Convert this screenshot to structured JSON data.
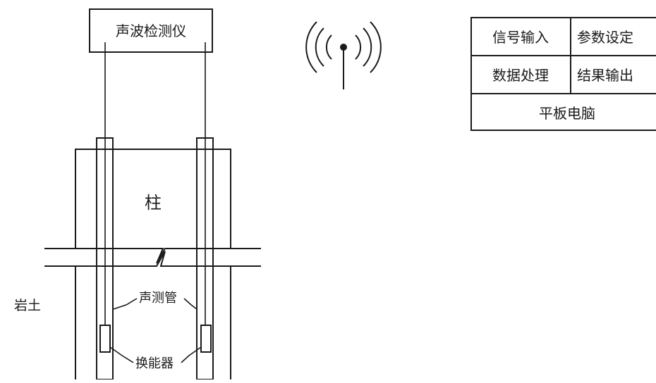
{
  "device": {
    "label": "声波检测仪"
  },
  "pillar": {
    "label": "柱"
  },
  "soil": {
    "label": "岩土"
  },
  "tube": {
    "label": "声测管"
  },
  "transducer": {
    "label": "换能器"
  },
  "tablet": {
    "cells": [
      "信号输入",
      "参数设定",
      "数据处理",
      "结果输出"
    ],
    "title": "平板电脑"
  },
  "wireless": {
    "icon": "wireless-signal-icon"
  }
}
